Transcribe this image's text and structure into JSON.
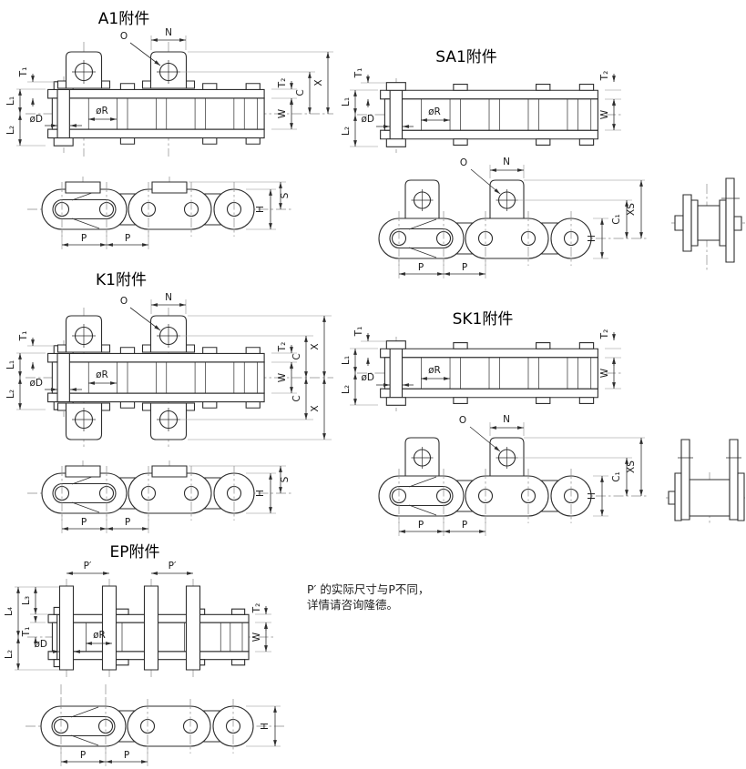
{
  "note": {
    "line1": "P′ 的实际尺寸与P不同，",
    "line2": "详情请咨询隆德。"
  },
  "diagrams": {
    "a1": {
      "title": "A1附件",
      "labels": {
        "o": "O",
        "n": "N",
        "t1": "T₁",
        "l1": "L₁",
        "l2": "L₂",
        "phi_d": "øD",
        "phi_r": "øR",
        "t2": "T₂",
        "c": "C",
        "w": "W",
        "x": "X",
        "s": "S",
        "h": "H",
        "p": "P"
      }
    },
    "sa1": {
      "title": "SA1附件",
      "labels": {
        "t1": "T₁",
        "l1": "L₁",
        "l2": "L₂",
        "phi_d": "øD",
        "phi_r": "øR",
        "t2": "T₂",
        "w": "W",
        "o": "O",
        "n": "N",
        "xs": "XS",
        "c1": "C₁",
        "h": "H",
        "p": "P"
      }
    },
    "k1": {
      "title": "K1附件",
      "labels": {
        "o": "O",
        "n": "N",
        "t1": "T₁",
        "l1": "L₁",
        "l2": "L₂",
        "phi_d": "øD",
        "phi_r": "øR",
        "t2": "T₂",
        "c": "C",
        "w": "W",
        "x": "X",
        "s": "S",
        "h": "H",
        "p": "P"
      }
    },
    "sk1": {
      "title": "SK1附件",
      "labels": {
        "t1": "T₁",
        "l1": "L₁",
        "l2": "L₂",
        "phi_d": "øD",
        "phi_r": "øR",
        "t2": "T₂",
        "w": "W",
        "o": "O",
        "n": "N",
        "xs": "XS",
        "c1": "C₁",
        "h": "H",
        "p": "P"
      }
    },
    "ep": {
      "title": "EP附件",
      "labels": {
        "p_prime": "P′",
        "l4": "L₄",
        "l3": "L₃",
        "t1": "T₁",
        "l2": "L₂",
        "phi_d": "øD",
        "phi_r": "øR",
        "t2": "T₂",
        "w": "W",
        "h": "H",
        "p": "P"
      }
    }
  }
}
